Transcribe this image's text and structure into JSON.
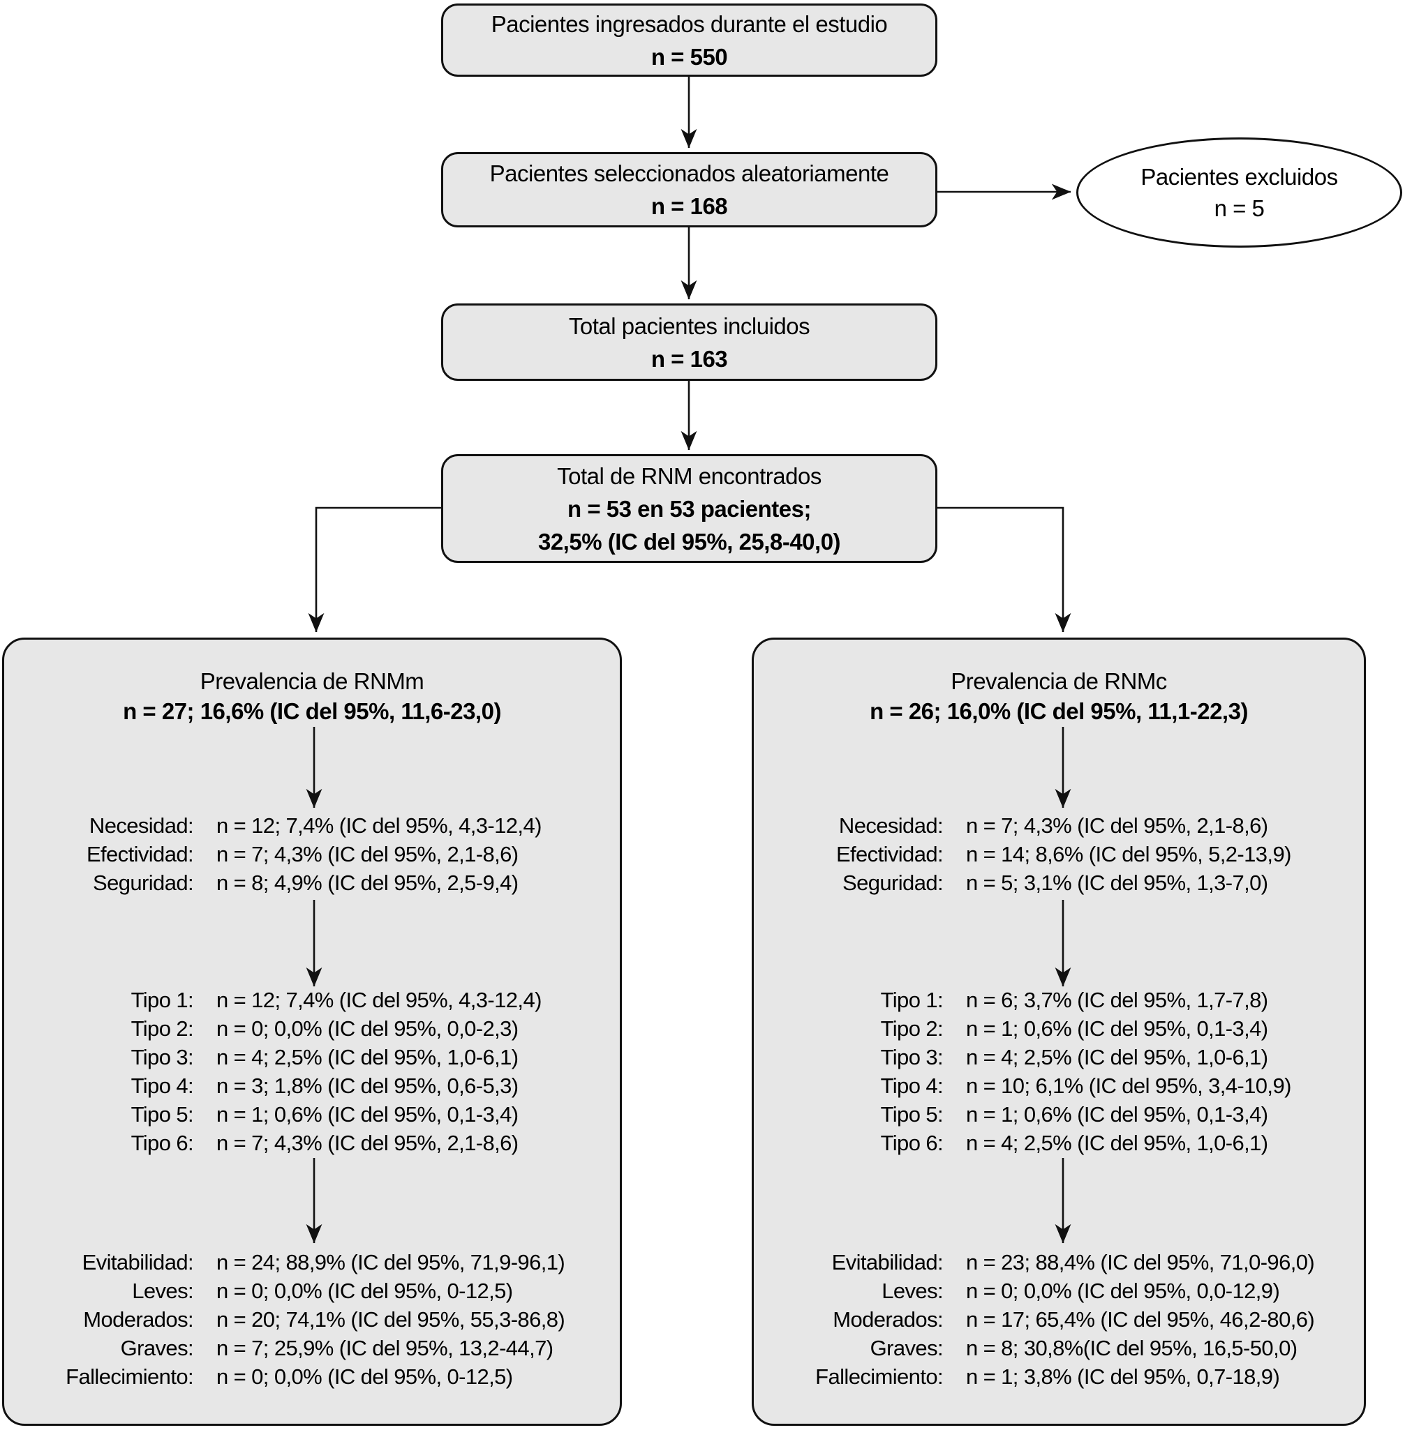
{
  "flow": {
    "box1": {
      "line1": "Pacientes ingresados durante el estudio",
      "line2": "n = 550"
    },
    "box2": {
      "line1": "Pacientes seleccionados aleatoriamente",
      "line2": "n = 168"
    },
    "excluded": {
      "line1": "Pacientes excluidos",
      "line2": "n = 5"
    },
    "box3": {
      "line1": "Total pacientes incluidos",
      "line2": "n = 163"
    },
    "box4": {
      "line1": "Total de RNM encontrados",
      "line2": "n = 53 en 53 pacientes;",
      "line3": "32,5% (IC del 95%, 25,8-40,0)"
    }
  },
  "left_panel": {
    "title": "Prevalencia de RNMm",
    "stat": "n = 27; 16,6% (IC del 95%, 11,6-23,0)",
    "sections": [
      {
        "rows": [
          {
            "label": "Necesidad:",
            "value": "n = 12; 7,4% (IC del 95%, 4,3-12,4)"
          },
          {
            "label": "Efectividad:",
            "value": "n = 7; 4,3% (IC del 95%, 2,1-8,6)"
          },
          {
            "label": "Seguridad:",
            "value": "n = 8; 4,9% (IC del 95%, 2,5-9,4)"
          }
        ]
      },
      {
        "rows": [
          {
            "label": "Tipo 1:",
            "value": "n = 12; 7,4% (IC del 95%, 4,3-12,4)"
          },
          {
            "label": "Tipo 2:",
            "value": "n = 0; 0,0% (IC del 95%, 0,0-2,3)"
          },
          {
            "label": "Tipo 3:",
            "value": "n = 4; 2,5% (IC del 95%, 1,0-6,1)"
          },
          {
            "label": "Tipo 4:",
            "value": "n = 3; 1,8% (IC del 95%, 0,6-5,3)"
          },
          {
            "label": "Tipo 5:",
            "value": "n = 1; 0,6% (IC del 95%, 0,1-3,4)"
          },
          {
            "label": "Tipo 6:",
            "value": "n = 7; 4,3% (IC del 95%, 2,1-8,6)"
          }
        ]
      },
      {
        "rows": [
          {
            "label": "Evitabilidad:",
            "value": "n = 24; 88,9% (IC del 95%, 71,9-96,1)"
          },
          {
            "label": "Leves:",
            "value": "n = 0; 0,0% (IC del 95%, 0-12,5)"
          },
          {
            "label": "Moderados:",
            "value": "n = 20; 74,1% (IC del 95%, 55,3-86,8)"
          },
          {
            "label": "Graves:",
            "value": "n = 7; 25,9% (IC del 95%, 13,2-44,7)"
          },
          {
            "label": "Fallecimiento:",
            "value": "n = 0; 0,0% (IC del 95%, 0-12,5)"
          }
        ]
      }
    ]
  },
  "right_panel": {
    "title": "Prevalencia de RNMc",
    "stat": "n = 26; 16,0% (IC del 95%, 11,1-22,3)",
    "sections": [
      {
        "rows": [
          {
            "label": "Necesidad:",
            "value": "n = 7; 4,3% (IC del 95%, 2,1-8,6)"
          },
          {
            "label": "Efectividad:",
            "value": "n = 14; 8,6% (IC del 95%, 5,2-13,9)"
          },
          {
            "label": "Seguridad:",
            "value": "n = 5; 3,1% (IC del 95%, 1,3-7,0)"
          }
        ]
      },
      {
        "rows": [
          {
            "label": "Tipo 1:",
            "value": "n = 6; 3,7% (IC del 95%, 1,7-7,8)"
          },
          {
            "label": "Tipo 2:",
            "value": "n = 1; 0,6% (IC del 95%, 0,1-3,4)"
          },
          {
            "label": "Tipo 3:",
            "value": "n = 4; 2,5% (IC del 95%, 1,0-6,1)"
          },
          {
            "label": "Tipo 4:",
            "value": "n = 10; 6,1% (IC del 95%, 3,4-10,9)"
          },
          {
            "label": "Tipo 5:",
            "value": "n = 1; 0,6% (IC del 95%, 0,1-3,4)"
          },
          {
            "label": "Tipo 6:",
            "value": "n = 4; 2,5% (IC del 95%, 1,0-6,1)"
          }
        ]
      },
      {
        "rows": [
          {
            "label": "Evitabilidad:",
            "value": "n = 23; 88,4% (IC del 95%, 71,0-96,0)"
          },
          {
            "label": "Leves:",
            "value": "n = 0; 0,0% (IC del 95%, 0,0-12,9)"
          },
          {
            "label": "Moderados:",
            "value": "n = 17; 65,4% (IC del 95%, 46,2-80,6)"
          },
          {
            "label": "Graves:",
            "value": "n = 8; 30,8%(IC del 95%, 16,5-50,0)"
          },
          {
            "label": "Fallecimiento:",
            "value": "n = 1; 3,8% (IC del 95%, 0,7-18,9)"
          }
        ]
      }
    ]
  },
  "colors": {
    "box-fill": "#e7e7e7",
    "border": "#111111",
    "ellipse-fill": "#ffffff",
    "bg": "#ffffff",
    "text": "#000000"
  }
}
